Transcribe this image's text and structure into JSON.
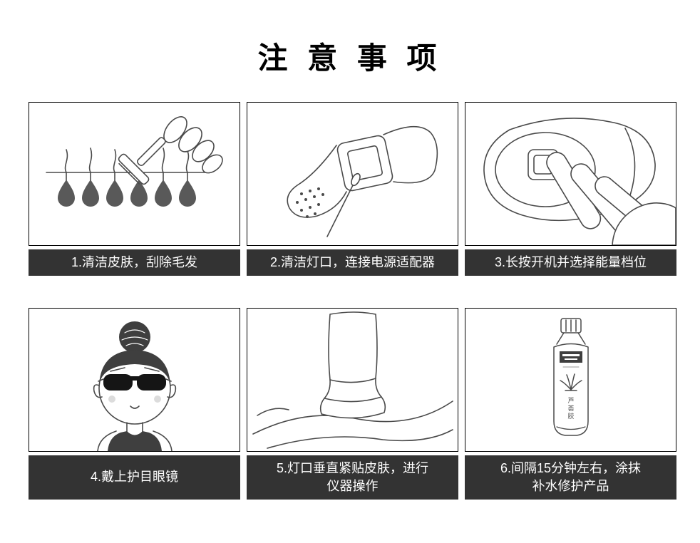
{
  "page": {
    "title": "注 意 事 项"
  },
  "steps": [
    {
      "lines": [
        "1.清洁皮肤，刮除毛发"
      ],
      "illustration": "razor-shaving-skin"
    },
    {
      "lines": [
        "2.清洁灯口，连接电源适配器"
      ],
      "illustration": "cleaning-lamp-window-with-swab"
    },
    {
      "lines": [
        "3.长按开机并选择能量档位"
      ],
      "illustration": "hand-pressing-power-button"
    },
    {
      "lines": [
        "4.戴上护目眼镜"
      ],
      "illustration": "girl-wearing-protective-goggles"
    },
    {
      "lines": [
        "5.灯口垂直紧贴皮肤，进行",
        "仪器操作"
      ],
      "illustration": "device-flat-on-skin"
    },
    {
      "lines": [
        "6.间隔15分钟左右，涂抹",
        "补水修护产品"
      ],
      "illustration": "moisturizer-tube"
    }
  ],
  "tube": {
    "label_chars": [
      "芦",
      "荟",
      "胶"
    ]
  },
  "colors": {
    "page_bg": "#ffffff",
    "caption_bg": "#333333",
    "caption_text": "#ffffff",
    "line_art": "#4a4a4a",
    "dark_fill": "#3f3f3f"
  }
}
